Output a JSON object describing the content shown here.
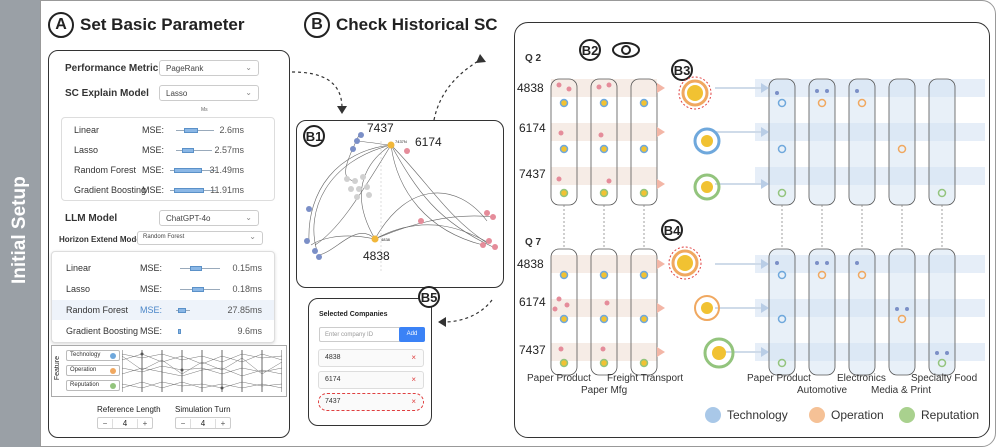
{
  "side": {
    "title": "Initial Setup"
  },
  "sectionA": {
    "badge": "A",
    "title": "Set Basic Parameter",
    "performance_metric_label": "Performance Metric",
    "performance_metric_value": "PageRank",
    "sc_model_label": "SC Explain Model",
    "sc_model_value": "Lasso",
    "sc_mse_rows": [
      {
        "name": "Linear",
        "label": "MSE:",
        "value": "2.6ms"
      },
      {
        "name": "Lasso",
        "label": "MSE:",
        "value": "2.57ms"
      },
      {
        "name": "Random Forest",
        "label": "MSE:",
        "value": "31.49ms"
      },
      {
        "name": "Gradient Boosting",
        "label": "MSE:",
        "value": "11.91ms"
      }
    ],
    "sc_axis_tick": "Ms",
    "llm_label": "LLM Model",
    "llm_value": "ChatGPT-4o",
    "horizon_label": "Horizon Extend Model",
    "horizon_value": "Random Forest",
    "hz_mse_rows": [
      {
        "name": "Linear",
        "label": "MSE:",
        "value": "0.15ms"
      },
      {
        "name": "Lasso",
        "label": "MSE:",
        "value": "0.18ms"
      },
      {
        "name": "Random Forest",
        "label": "MSE:",
        "value": "27.85ms"
      },
      {
        "name": "Gradient Boosting",
        "label": "MSE:",
        "value": "9.6ms"
      }
    ],
    "feature_label": "Feature",
    "features": [
      {
        "name": "Technology",
        "color": "#6fa8dc"
      },
      {
        "name": "Operation",
        "color": "#f0a860"
      },
      {
        "name": "Reputation",
        "color": "#93c47d"
      }
    ],
    "ref_length_label": "Reference Length",
    "ref_length_value": "4",
    "sim_turn_label": "Simulation Turn",
    "sim_turn_value": "4",
    "minus": "−",
    "plus": "+"
  },
  "sectionB": {
    "badge": "B",
    "title": "Check Historical SC",
    "b1": "B1",
    "b2": "B2",
    "b3": "B3",
    "b4": "B4",
    "b5": "B5",
    "graph_labels": {
      "top_left": "7437",
      "top_right": "6174",
      "bottom": "4838",
      "tiny_top": "7437N",
      "tiny_bottom": "4838"
    },
    "selected_title": "Selected Companies",
    "company_placeholder": "Enter company ID",
    "add_label": "Add",
    "companies": [
      "4838",
      "6174",
      "7437"
    ],
    "remove": "×",
    "quarters": [
      "Q 2",
      "Q 7"
    ],
    "row_companies": [
      "4838",
      "6174",
      "7437"
    ],
    "categories_left": [
      "Paper Product",
      "Freight Transport",
      "Paper Mfg"
    ],
    "categories_right": [
      "Paper Product",
      "Electronics",
      "Specialty Food",
      "Automotive",
      "Media & Print"
    ],
    "legend": [
      {
        "name": "Technology",
        "color": "#a9c8e8"
      },
      {
        "name": "Operation",
        "color": "#f5c196"
      },
      {
        "name": "Reputation",
        "color": "#a9d18e"
      }
    ]
  }
}
